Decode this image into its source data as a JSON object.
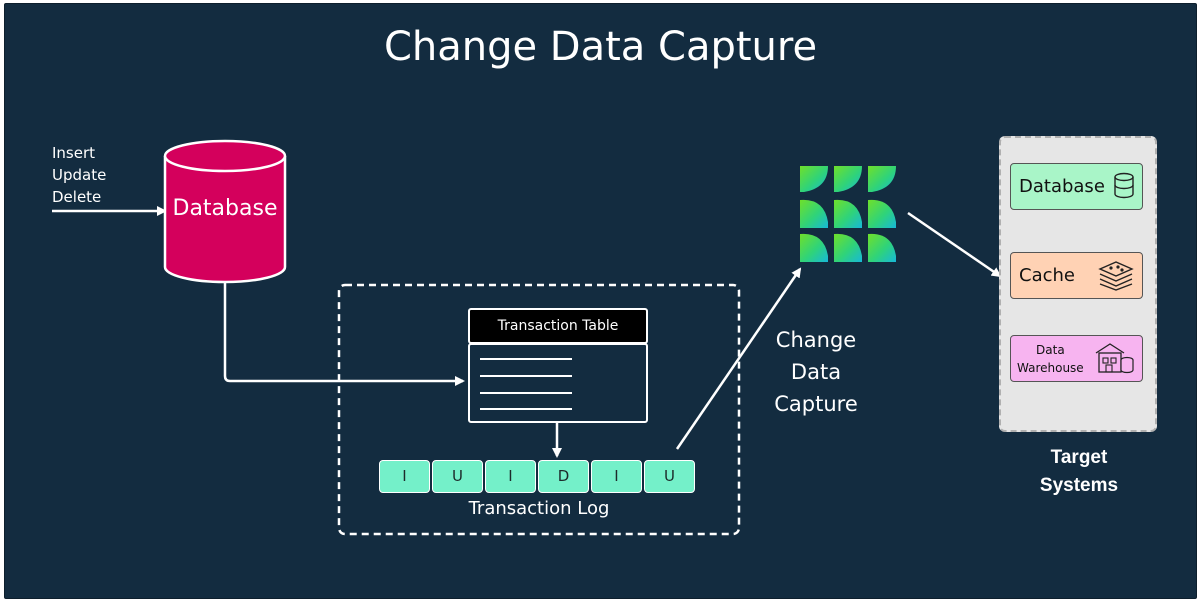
{
  "title": "Change Data Capture",
  "operations": [
    "Insert",
    "Update",
    "Delete"
  ],
  "source_database": {
    "label": "Database",
    "color": "#d4005c"
  },
  "transaction_table": {
    "header": "Transaction Table",
    "rows": 4
  },
  "transaction_log": {
    "entries": [
      "I",
      "U",
      "I",
      "D",
      "I",
      "U"
    ],
    "label": "Transaction Log",
    "cell_color": "#74f0c9"
  },
  "cdc": {
    "label_lines": [
      "Change",
      "Data",
      "Capture"
    ],
    "logo_gradient": [
      "#6fe02a",
      "#17c6c6"
    ]
  },
  "targets": {
    "caption_lines": [
      "Target",
      "Systems"
    ],
    "items": [
      {
        "label": "Database",
        "icon": "database-cylinder-icon",
        "color": "#a9f5c8"
      },
      {
        "label": "Cache",
        "icon": "stacked-layers-icon",
        "color": "#ffd2b4"
      },
      {
        "label_lines": [
          "Data",
          "Warehouse"
        ],
        "icon": "warehouse-icon",
        "color": "#f7b4f0"
      }
    ]
  },
  "colors": {
    "background": "#132c40",
    "foreground": "#ffffff"
  }
}
